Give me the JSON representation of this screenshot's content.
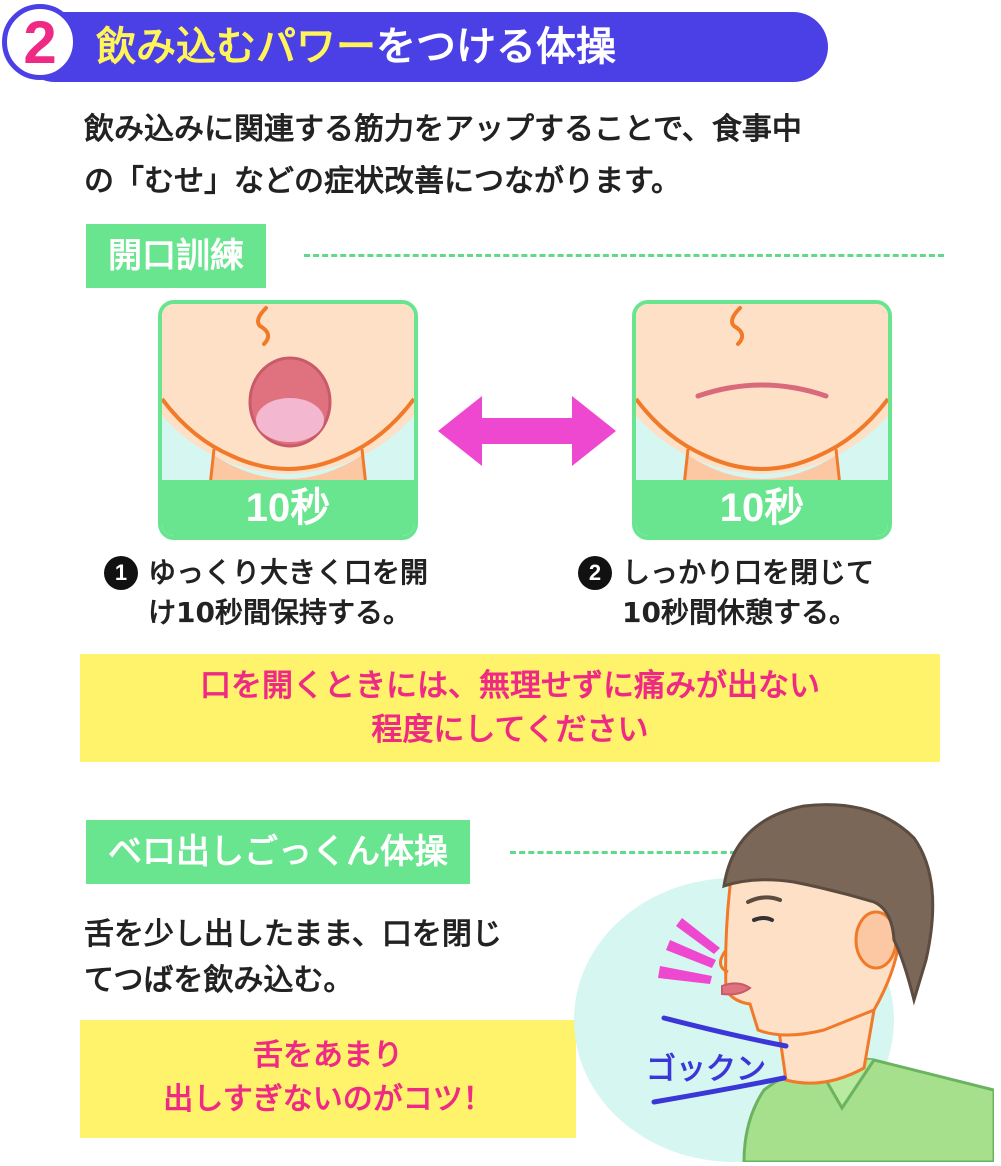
{
  "header": {
    "number": "2",
    "title_highlight": "飲み込むパワー",
    "title_rest": "をつける体操"
  },
  "intro": {
    "line1": "飲み込みに関連する筋力をアップすることで、食事中",
    "line2": "の「むせ」などの症状改善につながります。"
  },
  "section1": {
    "label": "開口訓練",
    "panels": [
      {
        "duration": "10秒"
      },
      {
        "duration": "10秒"
      }
    ],
    "steps": [
      {
        "number": "1",
        "line1": "ゆっくり大きく口を開",
        "line2": "け10秒間保持する。"
      },
      {
        "number": "2",
        "line1": "しっかり口を閉じて",
        "line2": "10秒間休憩する。"
      }
    ],
    "note": {
      "line1": "口を開くときには、無理せずに痛みが出ない",
      "line2": "程度にしてください"
    }
  },
  "section2": {
    "label": "ベロ出しごっくん体操",
    "description": {
      "line1": "舌を少し出したまま、口を閉じ",
      "line2": "てつばを飲み込む。"
    },
    "tip": {
      "line1": "舌をあまり",
      "line2": "出しすぎないのがコツ！"
    },
    "sound": "ゴックン"
  },
  "colors": {
    "header_bg": "#4b40e6",
    "title_yellow": "#fff45a",
    "accent_pink": "#ef2a84",
    "section_green": "#6ae58f",
    "note_yellow": "#fff36b",
    "arrow_magenta": "#ef48d0",
    "sound_blue": "#3a36d8"
  }
}
